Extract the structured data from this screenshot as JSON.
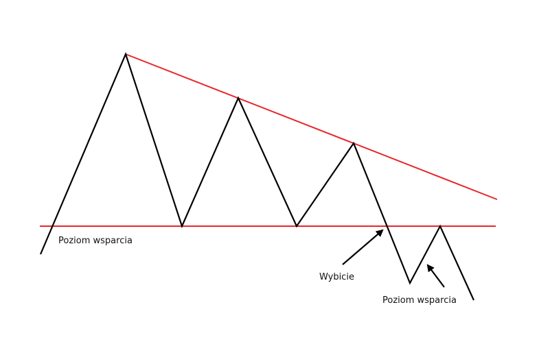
{
  "diagram": {
    "pattern": "descending-triangle",
    "labels": {
      "support_left": "Poziom wsparcia",
      "breakout": "Wybicie",
      "support_right": "Poziom wsparcia"
    },
    "colors": {
      "price_line": "#000000",
      "trend_lines": "#e8262b",
      "background": "#ffffff"
    },
    "icons": {
      "breakout_arrow": "arrow-up-right-icon",
      "retest_arrow": "arrow-up-left-icon"
    }
  }
}
